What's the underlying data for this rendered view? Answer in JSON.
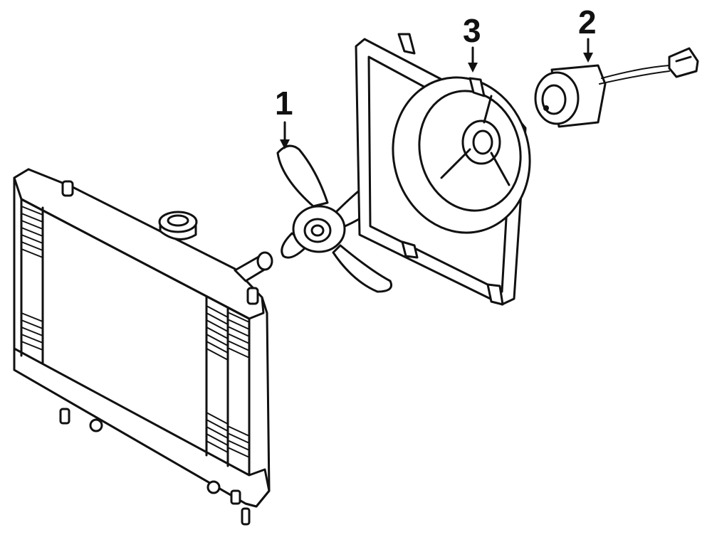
{
  "diagram": {
    "callouts": [
      {
        "id": "1",
        "label": "1",
        "part": "fan-blade"
      },
      {
        "id": "2",
        "label": "2",
        "part": "fan-motor"
      },
      {
        "id": "3",
        "label": "3",
        "part": "fan-shroud"
      }
    ],
    "colors": {
      "line": "#111111",
      "background": "#ffffff"
    }
  }
}
